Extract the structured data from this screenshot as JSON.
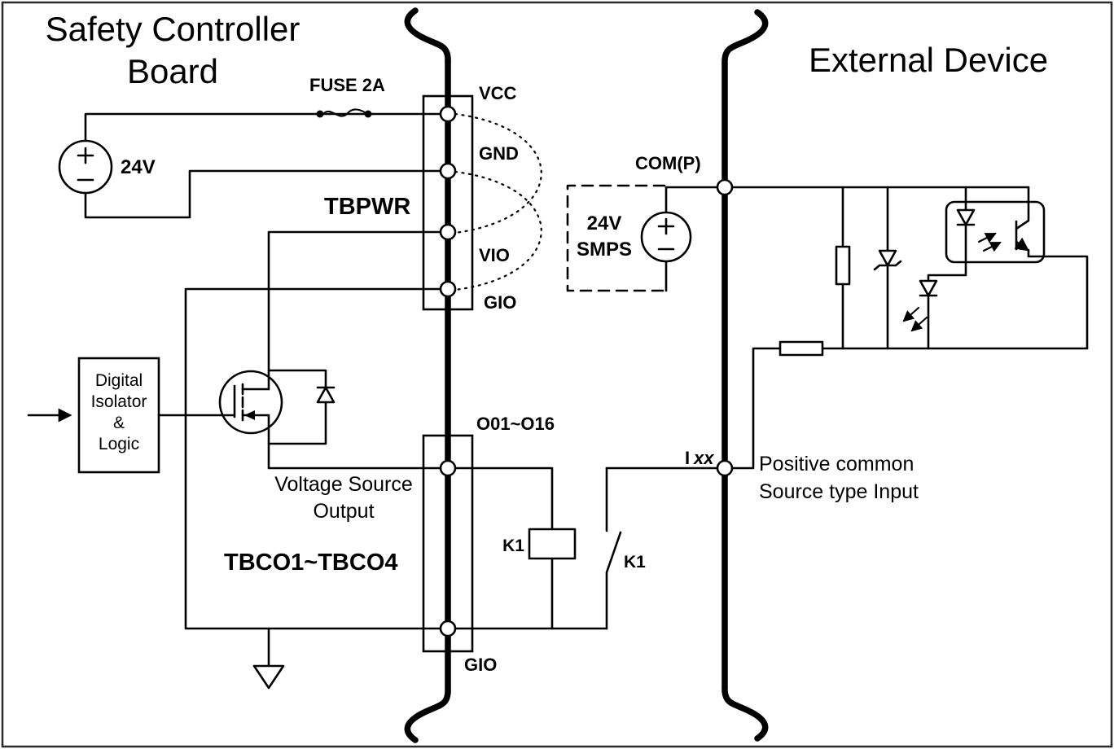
{
  "page": {
    "background": "#ffffff",
    "line_color": "#000000"
  },
  "titles": {
    "left_line1": "Safety Controller",
    "left_line2": "Board",
    "right": "External Device"
  },
  "power": {
    "fuse_label": "FUSE 2A",
    "supply_label": "24V"
  },
  "tbpwr": {
    "name": "TBPWR",
    "vcc": "VCC",
    "gnd": "GND",
    "vio": "VIO",
    "gio": "GIO"
  },
  "smps": {
    "line1": "24V",
    "line2": "SMPS"
  },
  "isolator": {
    "line1": "Digital",
    "line2": "Isolator",
    "line3": "&",
    "line4": "Logic"
  },
  "output": {
    "caption_line1": "Voltage Source",
    "caption_line2": "Output",
    "block_name": "TBCO1~TBCO4",
    "channels": "O01~O16",
    "gio": "GIO"
  },
  "relay": {
    "coil_label": "K1",
    "contact_label": "K1"
  },
  "external": {
    "com_label": "COM(P)",
    "input_prefix": "I",
    "input_suffix": "xx",
    "desc_line1": "Positive common",
    "desc_line2": "Source type Input"
  }
}
